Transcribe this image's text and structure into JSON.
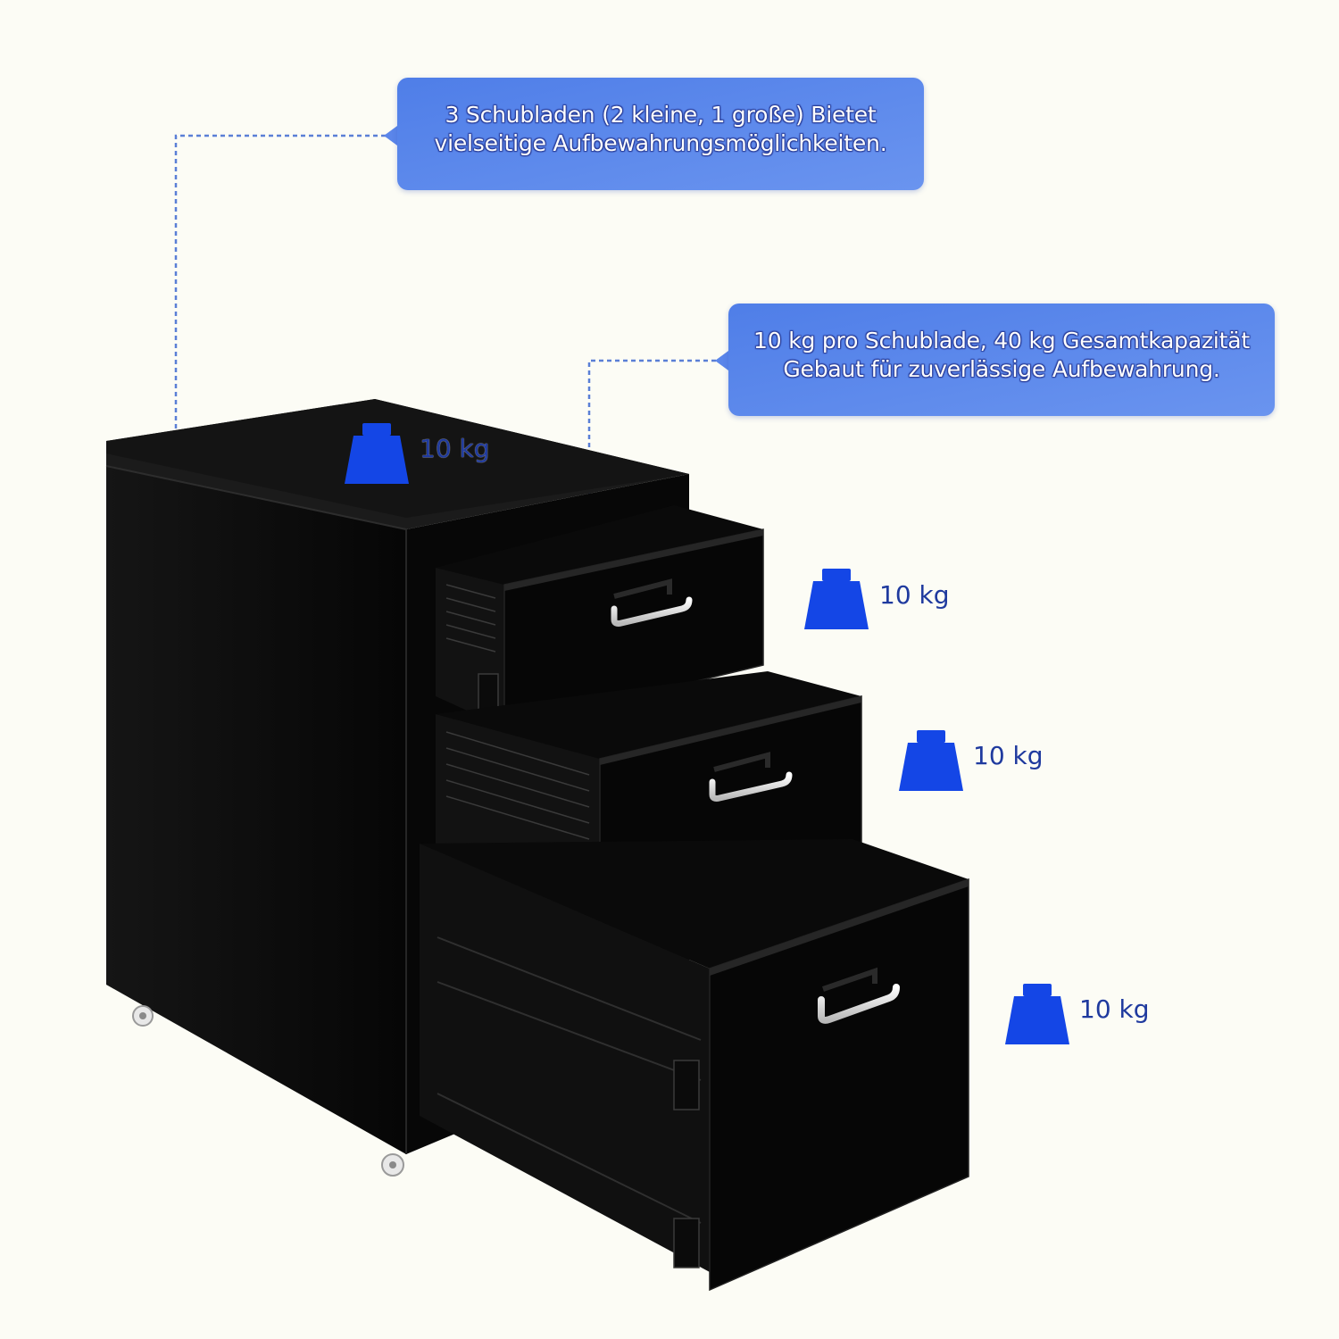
{
  "callouts": {
    "drawers": {
      "line1": "3 Schubladen (2 kleine, 1 große) Bietet",
      "line2": "vielseitige Aufbewahrungsmöglichkeiten."
    },
    "capacity": {
      "line1": "10 kg pro Schublade, 40 kg Gesamtkapazität",
      "line2": "Gebaut für zuverlässige Aufbewahrung."
    }
  },
  "weights": {
    "top": "10 kg",
    "drawer_1": "10 kg",
    "drawer_2": "10 kg",
    "drawer_3": "10 kg"
  },
  "colors": {
    "background": "#fcfcf5",
    "callout_blue": "#5b86ea",
    "weight_icon_blue": "#1446e6",
    "cabinet_black": "#0d0d0d",
    "leader_line": "#5a7fd6"
  },
  "icons": {
    "weight": "kettlebell-weight-icon",
    "handle": "drawer-handle-icon",
    "caster": "caster-wheel-icon"
  }
}
